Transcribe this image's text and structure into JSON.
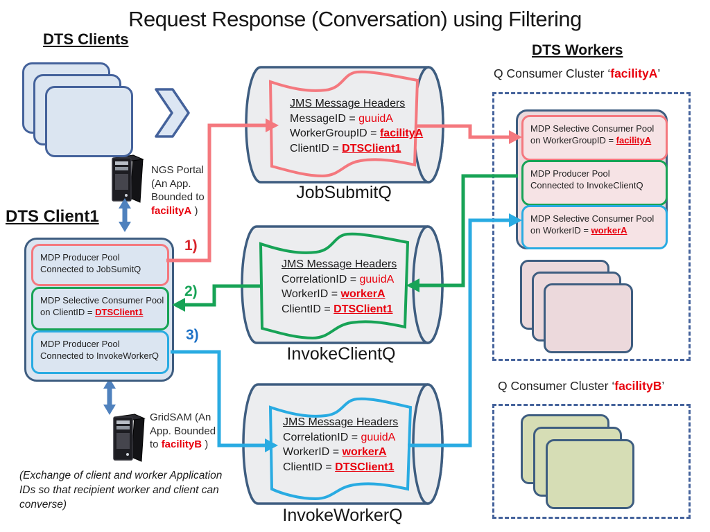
{
  "title": "Request Response (Conversation) using Filtering",
  "colors": {
    "red_accent": "#f4787e",
    "green_accent": "#17a356",
    "blue_accent": "#29abe2",
    "steel_blue_arrow": "#4f81bd",
    "dark_border": "#3e5d80",
    "box_border_blue": "#44629b",
    "red_text": "#e8000d",
    "light_blue_fill": "#dbe5f1",
    "cylinder_fill": "#ecedef",
    "pink_fill": "#ecd9dc",
    "pink_fill_light": "#f6e3e5",
    "green_fill": "#d6ddb5"
  },
  "clients": {
    "heading": "DTS Clients",
    "client1_heading": "DTS Client1",
    "pools": [
      {
        "line1": "MDP Producer Pool",
        "line2": "Connected to JobSumitQ"
      },
      {
        "line1": "MDP Selective Consumer Pool",
        "line2_prefix": "on ClientID = ",
        "line2_value": "DTSClient1"
      },
      {
        "line1": "MDP Producer Pool",
        "line2": "Connected to InvokeWorkerQ"
      }
    ],
    "ngs_note": {
      "line1": "NGS Portal",
      "line2": "(An App.",
      "line3": "Bounded to",
      "value": "facilityA",
      "suffix": " )"
    },
    "gridsam_note": {
      "line1": "GridSAM (An",
      "line2": "App. Bounded",
      "line3_prefix": "to ",
      "value": "facilityB",
      "suffix": " )"
    }
  },
  "steps": [
    {
      "label": "1)"
    },
    {
      "label": "2)"
    },
    {
      "label": "3)"
    }
  ],
  "queues": [
    {
      "name": "JobSubmitQ",
      "header": "JMS Message Headers",
      "rows": [
        {
          "key": "MessageID = ",
          "value": "guuidA"
        },
        {
          "key": "WorkerGroupID = ",
          "value": "facilityA"
        },
        {
          "key": "ClientID = ",
          "value": "DTSClient1"
        }
      ]
    },
    {
      "name": "InvokeClientQ",
      "header": "JMS Message Headers",
      "rows": [
        {
          "key": "CorrelationID = ",
          "value": "guuidA"
        },
        {
          "key": "WorkerID = ",
          "value": "workerA"
        },
        {
          "key": "ClientID = ",
          "value": "DTSClient1"
        }
      ]
    },
    {
      "name": "InvokeWorkerQ",
      "header": "JMS Message Headers",
      "rows": [
        {
          "key": "CorrelationID = ",
          "value": "guuidA"
        },
        {
          "key": "WorkerID = ",
          "value": "workerA"
        },
        {
          "key": "ClientID = ",
          "value": "DTSClient1"
        }
      ]
    }
  ],
  "workers": {
    "heading": "DTS Workers",
    "clusterA": {
      "prefix": "Q Consumer Cluster ‘",
      "value": "facilityA",
      "suffix": "’"
    },
    "clusterB": {
      "prefix": "Q Consumer Cluster ‘",
      "value": "facilityB",
      "suffix": "’"
    },
    "pools": [
      {
        "line1": "MDP Selective Consumer Pool",
        "line2_prefix": "on WorkerGroupID = ",
        "line2_value": "facilityA"
      },
      {
        "line1": "MDP Producer Pool",
        "line2": "Connected to InvokeClientQ"
      },
      {
        "line1": "MDP Selective Consumer Pool",
        "line2_prefix": "on WorkerID = ",
        "line2_value": "workerA"
      }
    ]
  },
  "footnote": "(Exchange of client and worker Application IDs so that recipient worker and client can converse)"
}
